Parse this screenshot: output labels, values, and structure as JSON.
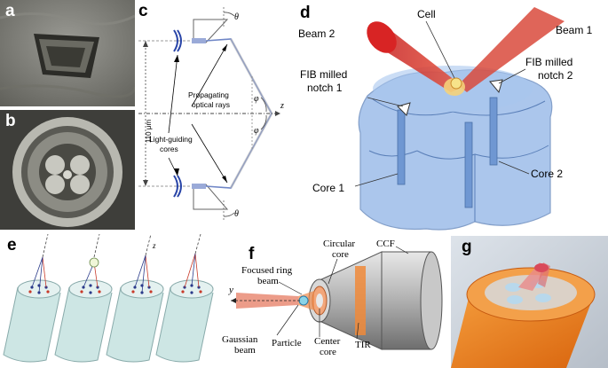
{
  "panels": {
    "a": {
      "label": "a"
    },
    "b": {
      "label": "b"
    },
    "c": {
      "label": "c",
      "theta_top": "θ",
      "theta_bottom": "θ",
      "phi_top": "φ",
      "phi_bottom": "φ",
      "z_axis": "z",
      "dimension": "110 μm",
      "rays_line1": "Propagating",
      "rays_line2": "optical rays",
      "cores_line1": "Light-guiding",
      "cores_line2": "cores"
    },
    "d": {
      "label": "d",
      "beam2": "Beam 2",
      "cell": "Cell",
      "beam1": "Beam 1",
      "notch1_line1": "FIB milled",
      "notch1_line2": "notch 1",
      "notch2_line1": "FIB milled",
      "notch2_line2": "notch 2",
      "core1": "Core 1",
      "core2": "Core 2"
    },
    "e": {
      "label": "e",
      "z_axis": "z"
    },
    "f": {
      "label": "f",
      "ccf": "CCF",
      "circular_core_line1": "Circular",
      "circular_core_line2": "core",
      "focused_line1": "Focused ring",
      "focused_line2": "beam",
      "y_axis": "y",
      "gaussian_line1": "Gaussian",
      "gaussian_line2": "beam",
      "particle": "Particle",
      "center_line1": "Center",
      "center_line2": "core",
      "tir": "TIR"
    },
    "g": {
      "label": "g"
    }
  },
  "colors": {
    "fiber_blue": "#8fb4e6",
    "beam_red": "#d83a2a",
    "fiber_orange": "#f07d1a",
    "ray_blue": "#6f86c6"
  }
}
